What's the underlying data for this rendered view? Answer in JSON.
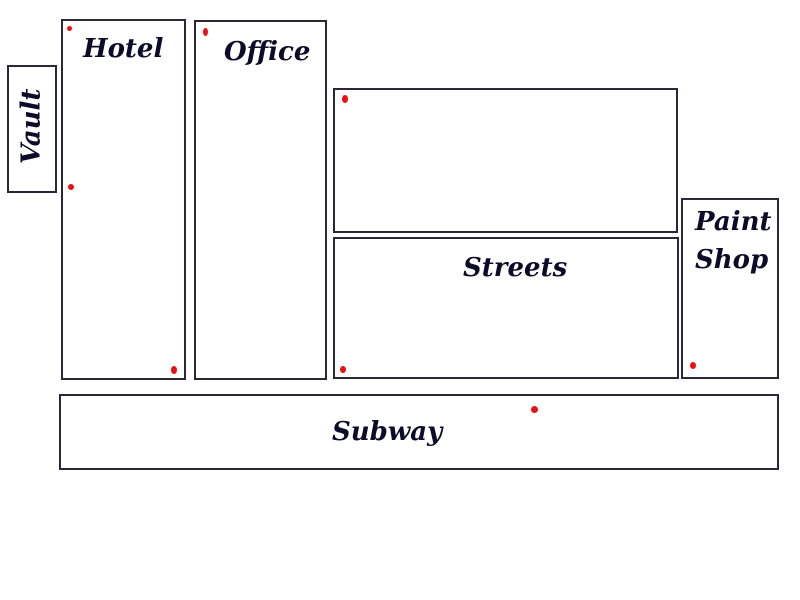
{
  "rooms": {
    "vault": {
      "label": "Vault"
    },
    "hotel": {
      "label": "Hotel"
    },
    "office": {
      "label": "Office"
    },
    "upper_block": {
      "label": ""
    },
    "streets": {
      "label": "Streets"
    },
    "paint_shop": {
      "label": "Paint Shop"
    },
    "subway": {
      "label": "Subway"
    }
  },
  "colors": {
    "border": "#2a2838",
    "label": "#0d0a2a",
    "marker": "#e81212"
  }
}
